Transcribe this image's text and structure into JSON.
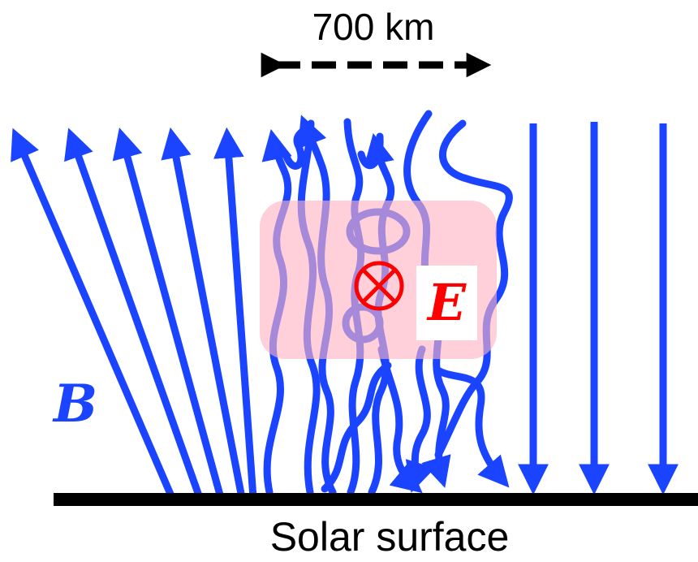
{
  "labels": {
    "scale": "700 km",
    "surface": "Solar surface",
    "magnetic_field": "B",
    "electric_field": "E"
  },
  "colors": {
    "field_lines": "#1a44ff",
    "electric_field": "#ff0000",
    "region": "#ffb8c6",
    "surface": "#000000"
  },
  "symbols": {
    "electric_field_direction": "into-page-icon"
  }
}
